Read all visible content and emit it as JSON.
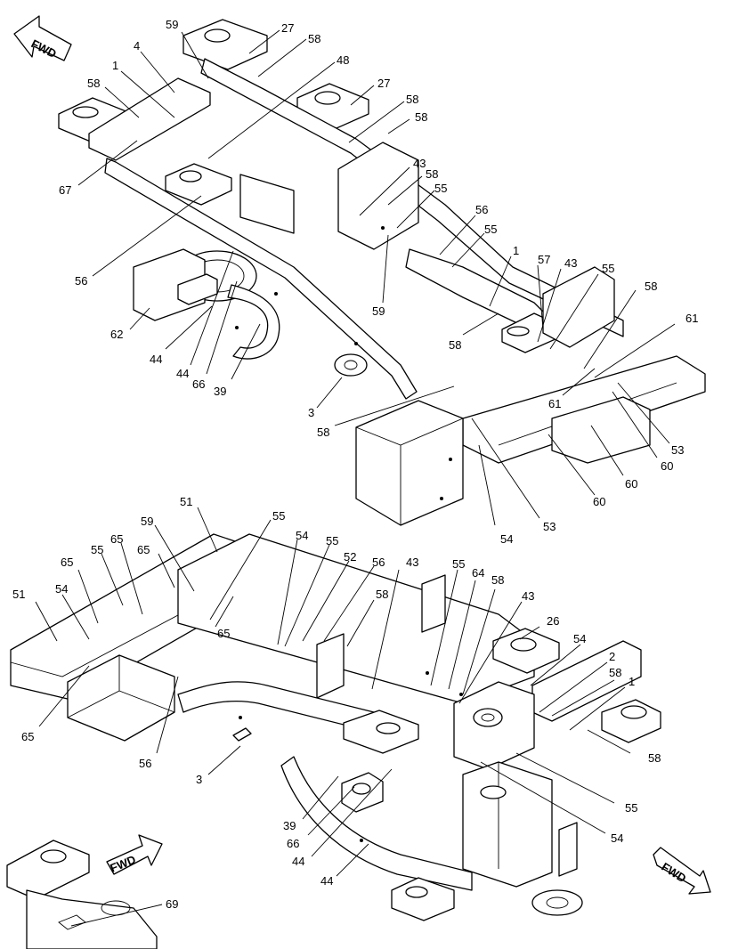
{
  "fwd_label": "FWD",
  "callouts_top": [
    {
      "id": "t1",
      "text": "59"
    },
    {
      "id": "t2",
      "text": "27"
    },
    {
      "id": "t3",
      "text": "58"
    },
    {
      "id": "t4",
      "text": "4"
    },
    {
      "id": "t5",
      "text": "48"
    },
    {
      "id": "t6",
      "text": "1"
    },
    {
      "id": "t7",
      "text": "27"
    },
    {
      "id": "t8",
      "text": "58"
    },
    {
      "id": "t9",
      "text": "58"
    },
    {
      "id": "t10",
      "text": "58"
    },
    {
      "id": "t11",
      "text": "43"
    },
    {
      "id": "t12",
      "text": "58"
    },
    {
      "id": "t13",
      "text": "55"
    },
    {
      "id": "t14",
      "text": "67"
    },
    {
      "id": "t15",
      "text": "56"
    },
    {
      "id": "t16",
      "text": "55"
    },
    {
      "id": "t17",
      "text": "1"
    },
    {
      "id": "t18",
      "text": "57"
    },
    {
      "id": "t19",
      "text": "43"
    },
    {
      "id": "t20",
      "text": "55"
    },
    {
      "id": "t21",
      "text": "56"
    },
    {
      "id": "t22",
      "text": "58"
    },
    {
      "id": "t23",
      "text": "59"
    },
    {
      "id": "t24",
      "text": "61"
    },
    {
      "id": "t25",
      "text": "62"
    },
    {
      "id": "t26",
      "text": "58"
    },
    {
      "id": "t27",
      "text": "44"
    },
    {
      "id": "t28",
      "text": "44"
    },
    {
      "id": "t29",
      "text": "66"
    },
    {
      "id": "t30",
      "text": "39"
    },
    {
      "id": "t31",
      "text": "61"
    },
    {
      "id": "t32",
      "text": "3"
    },
    {
      "id": "t33",
      "text": "58"
    },
    {
      "id": "t34",
      "text": "53"
    },
    {
      "id": "t35",
      "text": "60"
    },
    {
      "id": "t36",
      "text": "60"
    },
    {
      "id": "t37",
      "text": "60"
    },
    {
      "id": "t38",
      "text": "54"
    },
    {
      "id": "t39",
      "text": "53"
    }
  ],
  "callouts_bottom": [
    {
      "id": "b1",
      "text": "51"
    },
    {
      "id": "b2",
      "text": "55"
    },
    {
      "id": "b3",
      "text": "59"
    },
    {
      "id": "b4",
      "text": "54"
    },
    {
      "id": "b5",
      "text": "55"
    },
    {
      "id": "b6",
      "text": "65"
    },
    {
      "id": "b7",
      "text": "55"
    },
    {
      "id": "b8",
      "text": "65"
    },
    {
      "id": "b9",
      "text": "52"
    },
    {
      "id": "b10",
      "text": "56"
    },
    {
      "id": "b11",
      "text": "43"
    },
    {
      "id": "b12",
      "text": "65"
    },
    {
      "id": "b13",
      "text": "55"
    },
    {
      "id": "b14",
      "text": "64"
    },
    {
      "id": "b15",
      "text": "58"
    },
    {
      "id": "b16",
      "text": "58"
    },
    {
      "id": "b17",
      "text": "51"
    },
    {
      "id": "b18",
      "text": "54"
    },
    {
      "id": "b19",
      "text": "43"
    },
    {
      "id": "b20",
      "text": "65"
    },
    {
      "id": "b21",
      "text": "26"
    },
    {
      "id": "b22",
      "text": "54"
    },
    {
      "id": "b23",
      "text": "2"
    },
    {
      "id": "b24",
      "text": "58"
    },
    {
      "id": "b25",
      "text": "1"
    },
    {
      "id": "b26",
      "text": "65"
    },
    {
      "id": "b27",
      "text": "56"
    },
    {
      "id": "b28",
      "text": "58"
    },
    {
      "id": "b29",
      "text": "3"
    },
    {
      "id": "b30",
      "text": "55"
    },
    {
      "id": "b31",
      "text": "39"
    },
    {
      "id": "b32",
      "text": "66"
    },
    {
      "id": "b33",
      "text": "54"
    },
    {
      "id": "b34",
      "text": "44"
    },
    {
      "id": "b35",
      "text": "44"
    },
    {
      "id": "b36",
      "text": "69"
    }
  ]
}
